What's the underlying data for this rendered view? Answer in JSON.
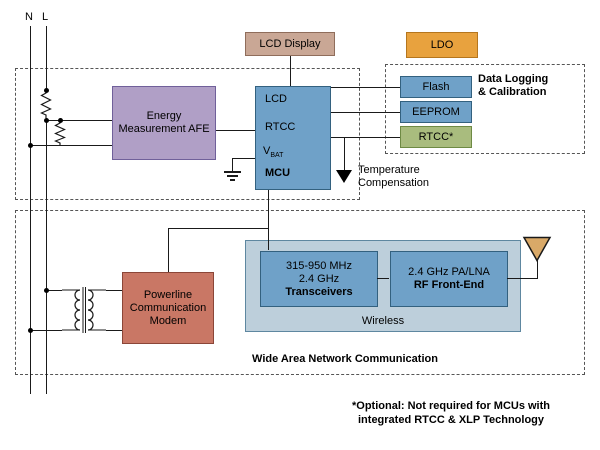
{
  "colors": {
    "box_blue": "#6FA1C8",
    "box_purple": "#B09FC6",
    "box_tan": "#C9A795",
    "box_orange": "#E8A23E",
    "box_green": "#A9BC7E",
    "box_salmon": "#C97765",
    "wireless_bg": "#BDCFDB",
    "antenna_fill": "#D9A968"
  },
  "mains": {
    "n": "N",
    "l": "L"
  },
  "top_row": {
    "lcd_display": "LCD Display",
    "ldo": "LDO"
  },
  "metering": {
    "afe": "Energy Measurement AFE",
    "mcu": {
      "lcd": "LCD",
      "rtcc": "RTCC",
      "vbat_v": "V",
      "vbat_sub": "BAT",
      "name": "MCU"
    }
  },
  "data_logging": {
    "title_line1": "Data Logging",
    "title_line2": "& Calibration",
    "flash": "Flash",
    "eeprom": "EEPROM",
    "rtcc": "RTCC*"
  },
  "temperature": {
    "line1": "Temperature",
    "line2": "Compensation"
  },
  "wan": {
    "title": "Wide Area Network Communication",
    "modem": "Powerline Communication Modem",
    "wireless": {
      "label": "Wireless",
      "transceiver": {
        "line1": "315-950 MHz",
        "line2": "2.4 GHz",
        "line3": "Transceivers"
      },
      "rf_front_end": {
        "line1": "2.4 GHz PA/LNA",
        "line2": "RF Front-End"
      }
    }
  },
  "footnote": {
    "line1": "*Optional: Not required for MCUs with",
    "line2": "integrated RTCC & XLP Technology"
  }
}
